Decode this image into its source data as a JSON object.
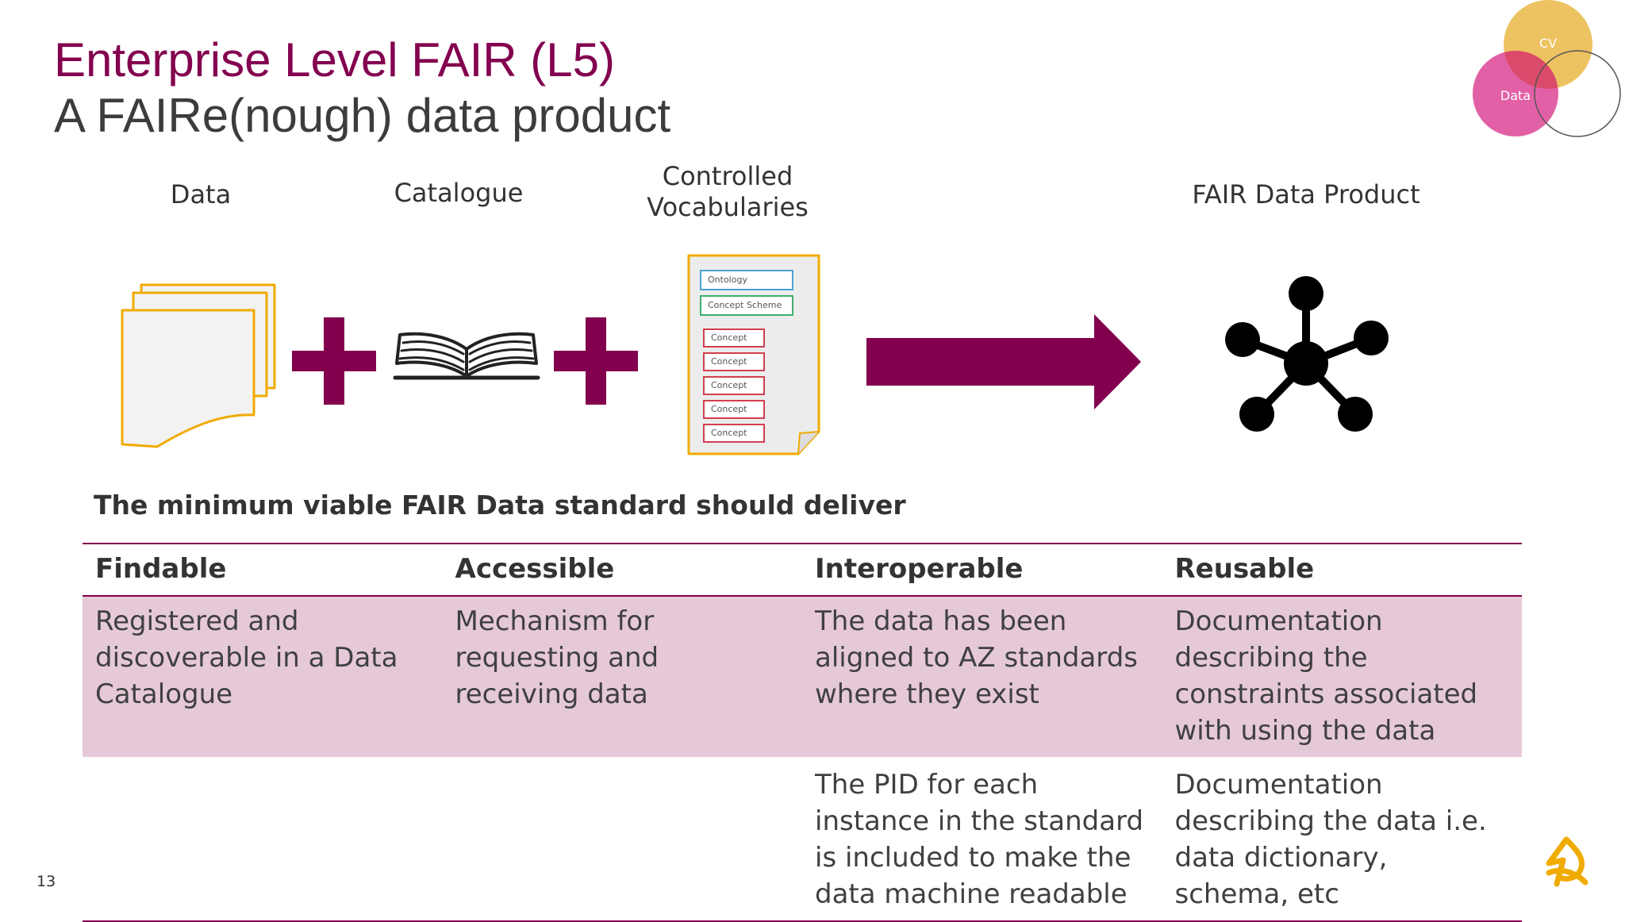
{
  "slide": {
    "title": "Enterprise Level FAIR (L5)",
    "subtitle": "A FAIRe(nough) data product",
    "page_number": "13"
  },
  "venn": {
    "top_label": "CV",
    "left_label": "Data"
  },
  "components": {
    "data_label": "Data",
    "catalogue_label": "Catalogue",
    "vocab_label_line1": "Controlled",
    "vocab_label_line2": "Vocabularies",
    "product_label": "FAIR Data Product"
  },
  "vocab_doc": {
    "items": [
      "Ontology",
      "Concept Scheme",
      "Concept",
      "Concept",
      "Concept",
      "Concept",
      "Concept"
    ]
  },
  "standard": {
    "heading": "The minimum viable FAIR Data standard should deliver",
    "columns": [
      "Findable",
      "Accessible",
      "Interoperable",
      "Reusable"
    ],
    "rows": [
      [
        "Registered and discoverable in a Data Catalogue",
        "Mechanism for requesting and receiving data",
        "The data has been aligned to AZ standards where they exist",
        "Documentation describing the constraints associated with using the data"
      ],
      [
        "",
        "",
        "The PID for each instance in the standard is included to make the data machine readable",
        "Documentation describing the data i.e. data dictionary, schema, etc"
      ]
    ]
  },
  "colors": {
    "brand": "#83004f",
    "title_gray": "#3c3c3c",
    "highlight_row": "#e6c9d8",
    "gold": "#f0ab00",
    "venn_pink": "#d0006f",
    "venn_yellow": "#e8b339"
  }
}
